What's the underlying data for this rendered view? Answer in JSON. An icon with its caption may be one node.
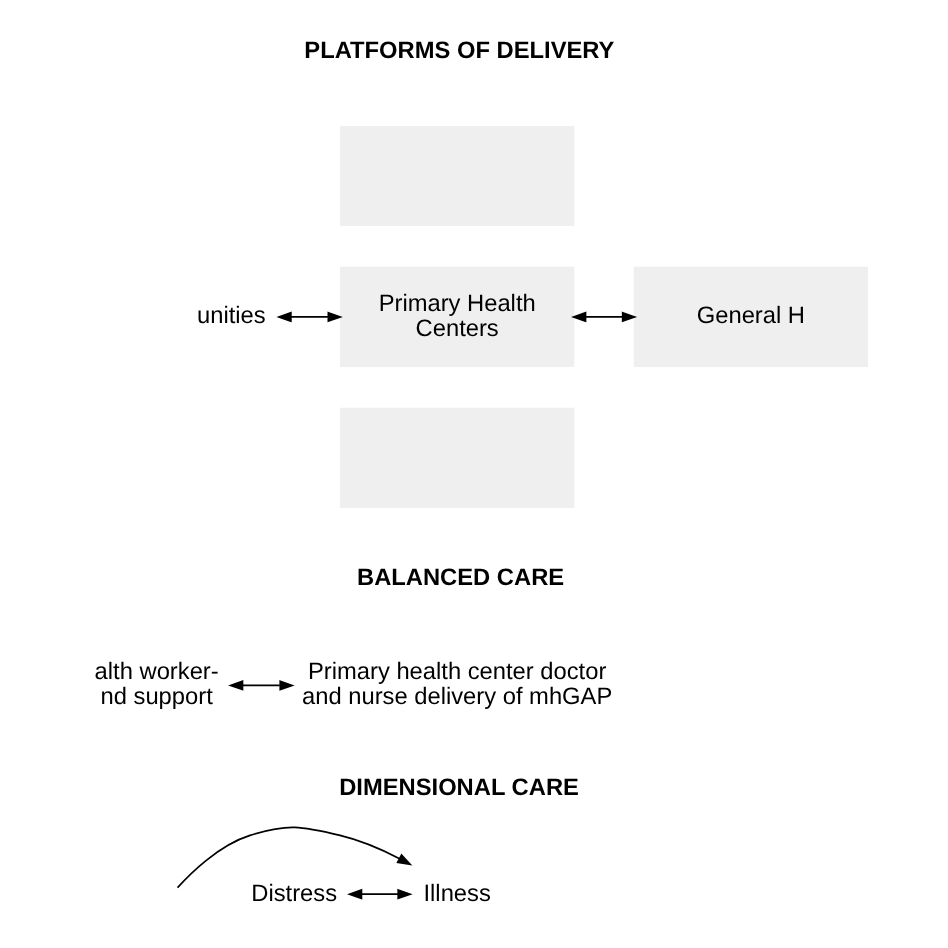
{
  "diagram": {
    "nodes": [
      {
        "text": [
          "unities"
        ]
      },
      {
        "text": [
          "Primary Health Centers"
        ]
      },
      {
        "text": [
          "General H"
        ]
      },
      {
        "text": [],
        "shape": "box"
      },
      {
        "text": [],
        "shape": "box"
      },
      {
        "text": [
          "alth worker- nd support"
        ]
      },
      {
        "text": [
          "Primary health center doctor and nurse delivery of mhGAP"
        ]
      },
      {
        "text": [
          "Distress"
        ]
      },
      {
        "text": [
          "Illness"
        ]
      }
    ],
    "edges": [
      {
        "from": 0,
        "to": 1,
        "arrow": "both"
      },
      {
        "from": 1,
        "to": 2,
        "arrow": "both"
      },
      {
        "from": 5,
        "to": 6,
        "arrow": "both"
      },
      {
        "from": 7,
        "to": 8,
        "arrow": "both"
      },
      {
        "from": null,
        "to": 8,
        "arrow": "to"
      }
    ],
    "labels": [
      "PLATFORMS OF DELIVERY",
      "BALANCED CARE",
      "DIMENSIONAL CARE"
    ]
  }
}
